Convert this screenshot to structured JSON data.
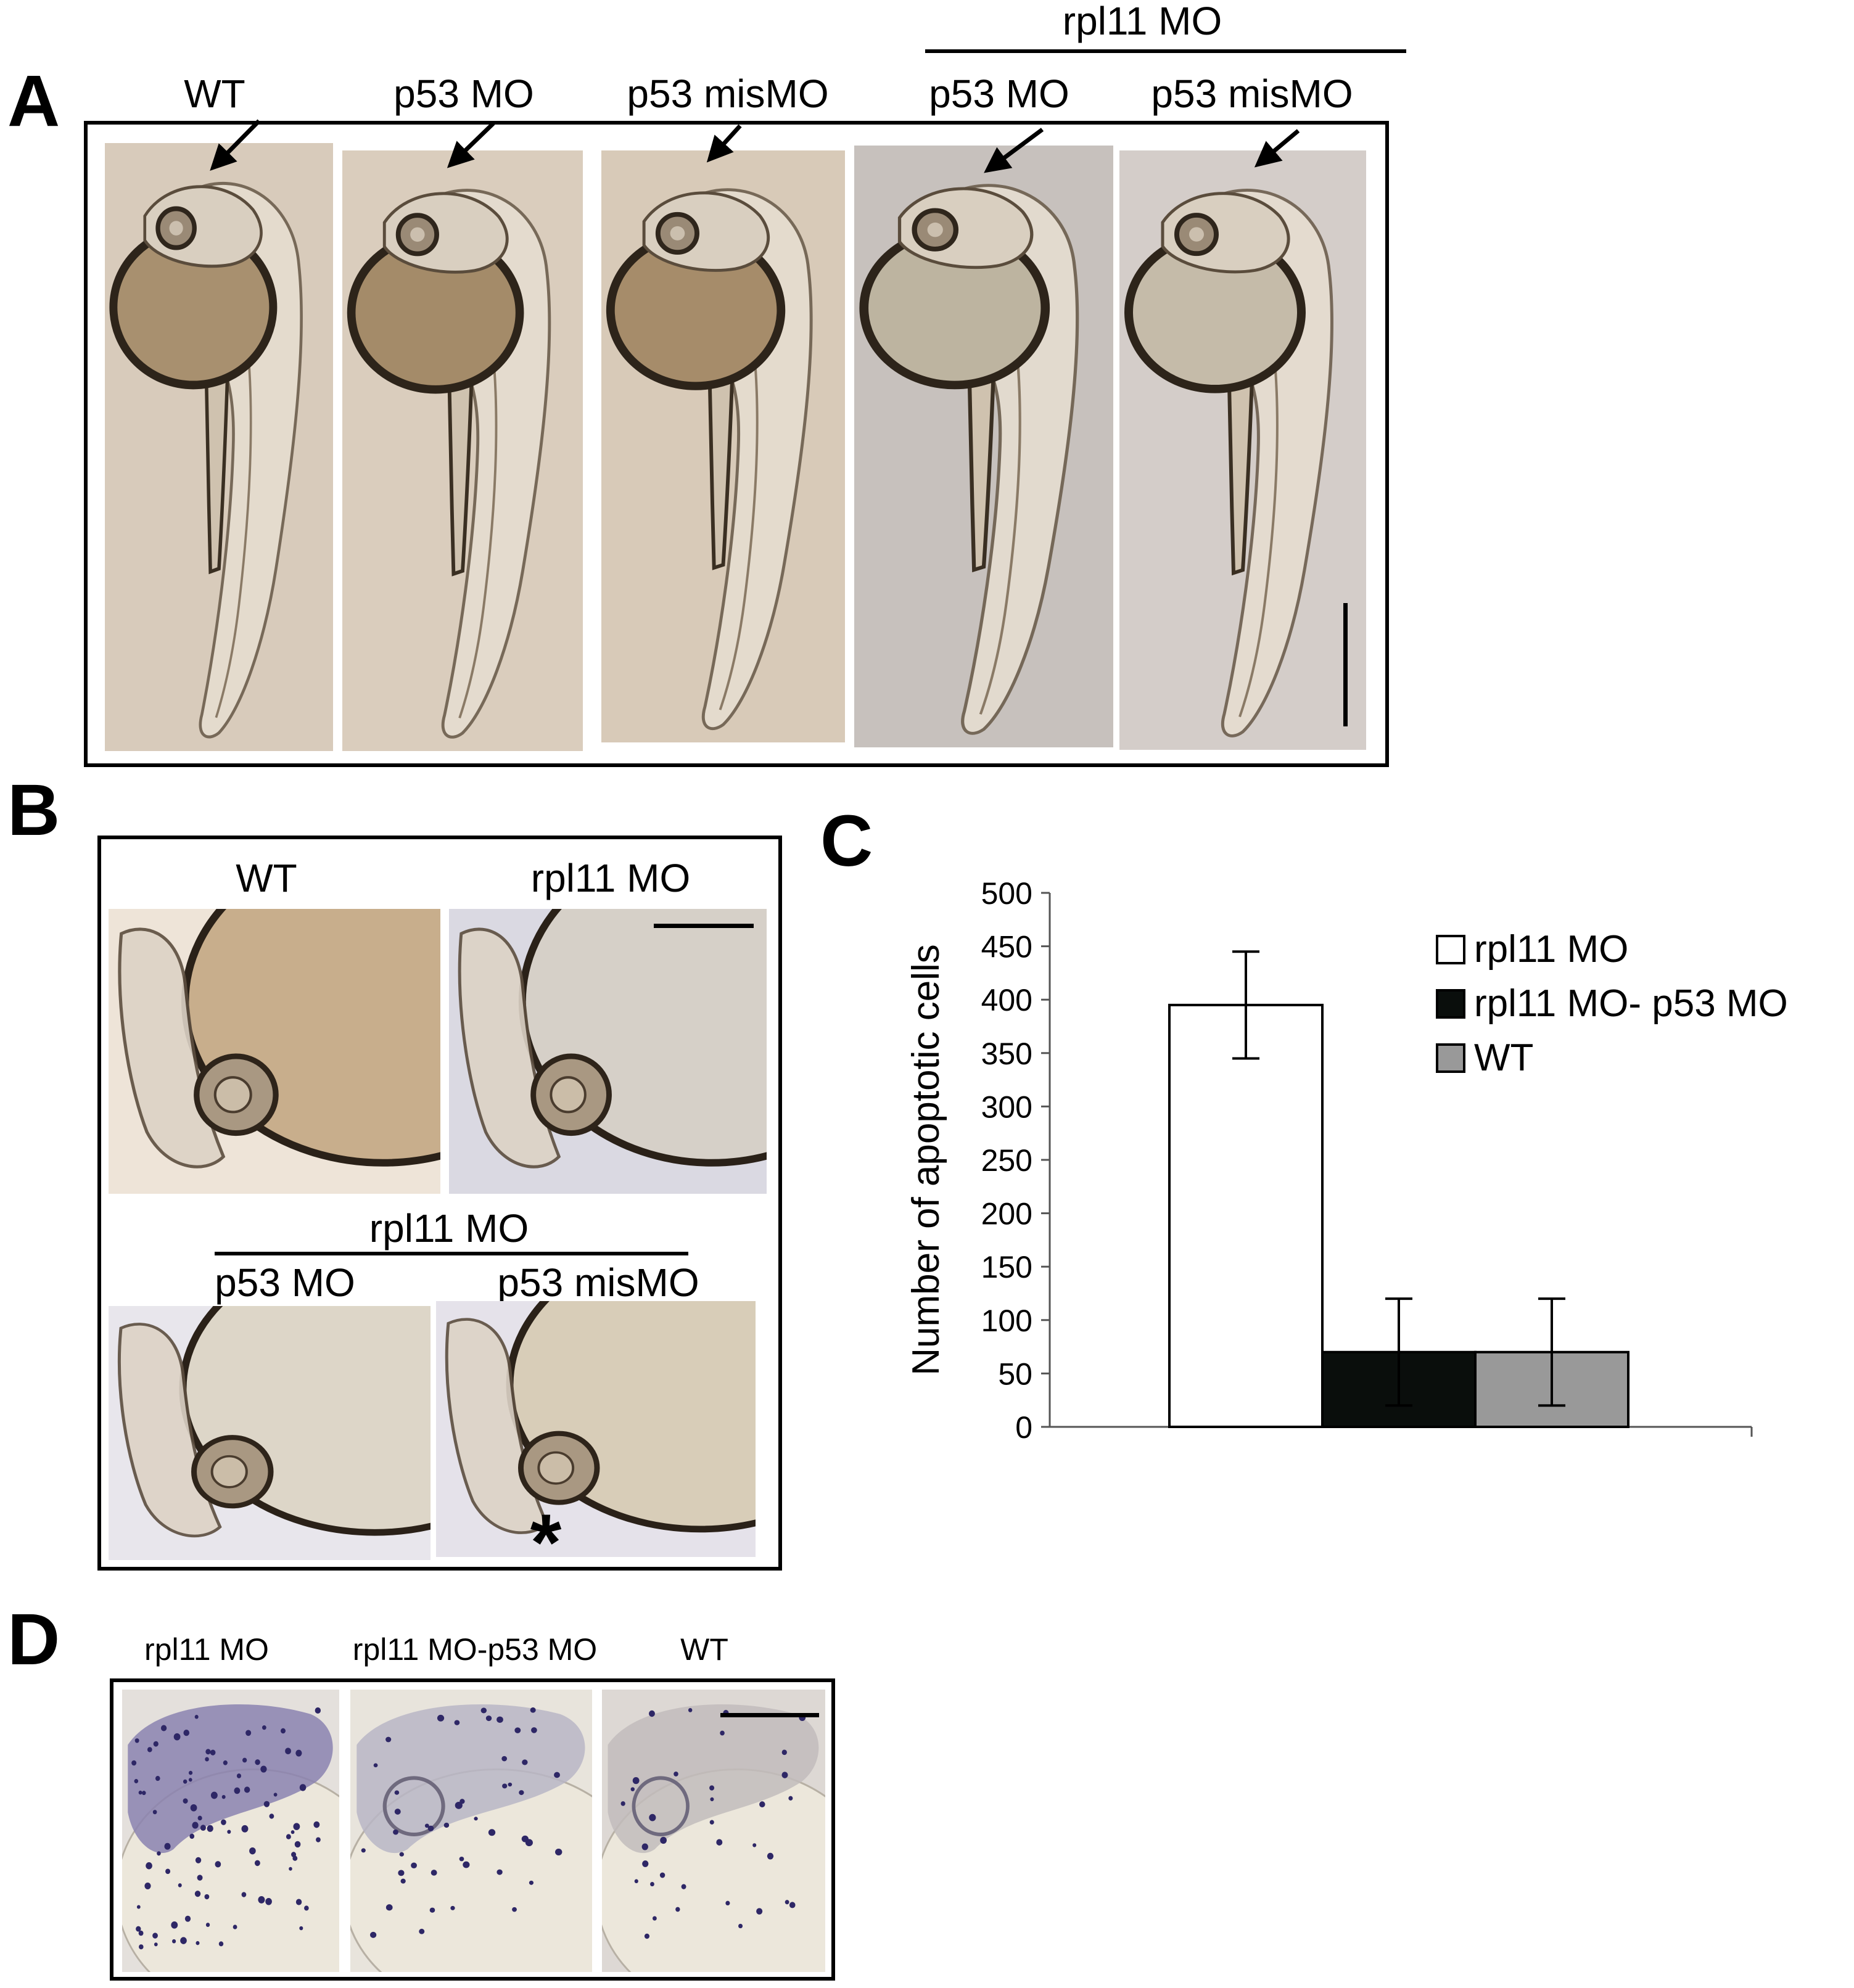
{
  "panel_a": {
    "label": "A",
    "group_label": "rpl11 MO",
    "columns": [
      {
        "label": "WT",
        "bg": "#d8cbbb",
        "yolk": "#a8906f"
      },
      {
        "label": "p53 MO",
        "bg": "#dacdbd",
        "yolk": "#a48b69"
      },
      {
        "label": "p53 misMO",
        "bg": "#d8cab8",
        "yolk": "#a68c6a"
      },
      {
        "label": "p53 MO",
        "bg": "#c7c1bd",
        "yolk": "#bdb4a0"
      },
      {
        "label": "p53 misMO",
        "bg": "#d4cdc9",
        "yolk": "#c5bba9"
      }
    ]
  },
  "panel_b": {
    "label": "B",
    "group_label": "rpl11 MO",
    "images": [
      {
        "label": "WT",
        "bg": "#eee4d8",
        "yolk": "#c8ae8c"
      },
      {
        "label": "rpl11 MO",
        "bg": "#dad9e2",
        "yolk": "#d6d0c8"
      },
      {
        "label": "p53 MO",
        "bg": "#e8e6ec",
        "yolk": "#ddd6c8"
      },
      {
        "label": "p53 misMO",
        "bg": "#e5e2ea",
        "yolk": "#d8cdb8"
      }
    ],
    "asterisk": "*"
  },
  "panel_c": {
    "label": "C"
  },
  "panel_d": {
    "label": "D",
    "images": [
      {
        "label": "rpl11 MO",
        "bg": "#e4e0dc",
        "head": "#8b82b0"
      },
      {
        "label": "rpl11 MO-p53 MO",
        "bg": "#e8e4dc",
        "head": "#b8b6c6"
      },
      {
        "label": "WT",
        "bg": "#ddd8d4",
        "head": "#c2bcbc"
      }
    ]
  },
  "chart_data": {
    "type": "bar",
    "title": "",
    "xlabel": "",
    "ylabel": "Number of apoptotic cells",
    "ylim": [
      0,
      500
    ],
    "yticks": [
      0,
      50,
      100,
      150,
      200,
      250,
      300,
      350,
      400,
      450,
      500
    ],
    "grid": false,
    "legend_position": "top-right",
    "series": [
      {
        "name": "rpl11 MO",
        "value": 395,
        "error": 50,
        "color": "#ffffff"
      },
      {
        "name": "rpl11 MO- p53 MO",
        "value": 70,
        "error": 50,
        "color": "#0a0e0c"
      },
      {
        "name": "WT",
        "value": 70,
        "error": 50,
        "color": "#999999"
      }
    ]
  }
}
